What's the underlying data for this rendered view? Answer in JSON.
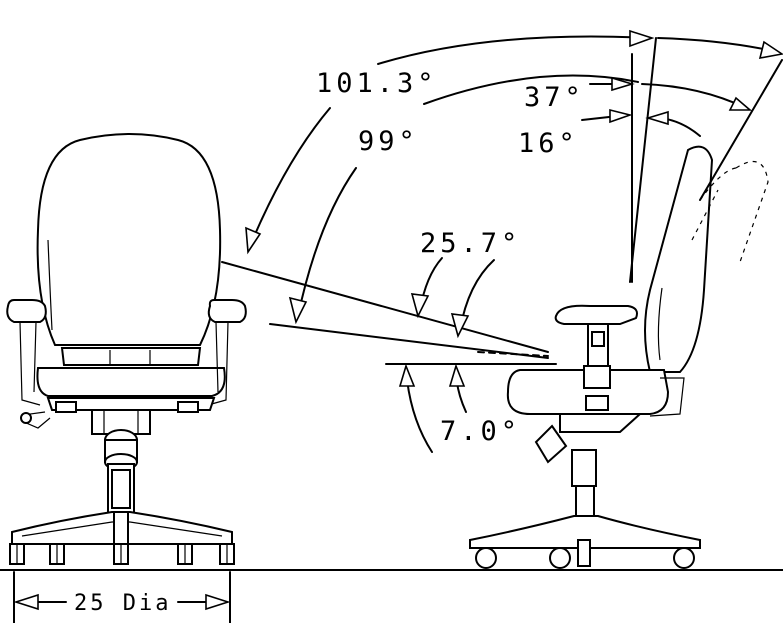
{
  "diagram": {
    "angles": {
      "recline_total": "101.3°",
      "back_upright": "99°",
      "back_range": "37°",
      "back_tilt": "16°",
      "seat_pitch": "25.7°",
      "seat_tilt": "7.0°"
    },
    "base_diameter": "25 Dia"
  }
}
